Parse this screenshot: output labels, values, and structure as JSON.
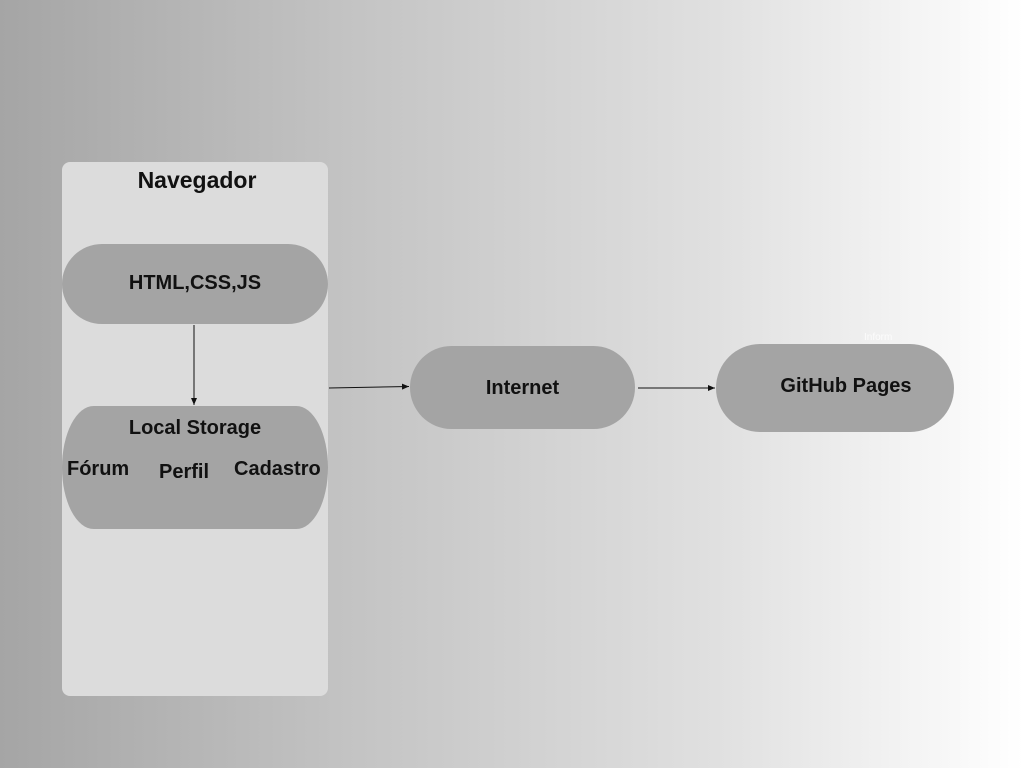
{
  "diagram": {
    "browser": {
      "title": "Navegador",
      "tech_stack": "HTML,CSS,JS",
      "storage": {
        "title": "Local Storage",
        "items": [
          "Fórum",
          "Perfil",
          "Cadastro"
        ]
      }
    },
    "internet": "Internet",
    "hosting": {
      "label": "GitHub Pages",
      "faint_label": "Inform"
    },
    "colors": {
      "node_fill": "#a4a4a4",
      "panel_fill": "#dcdcdc",
      "text": "#111111",
      "arrow": "#111111"
    }
  }
}
